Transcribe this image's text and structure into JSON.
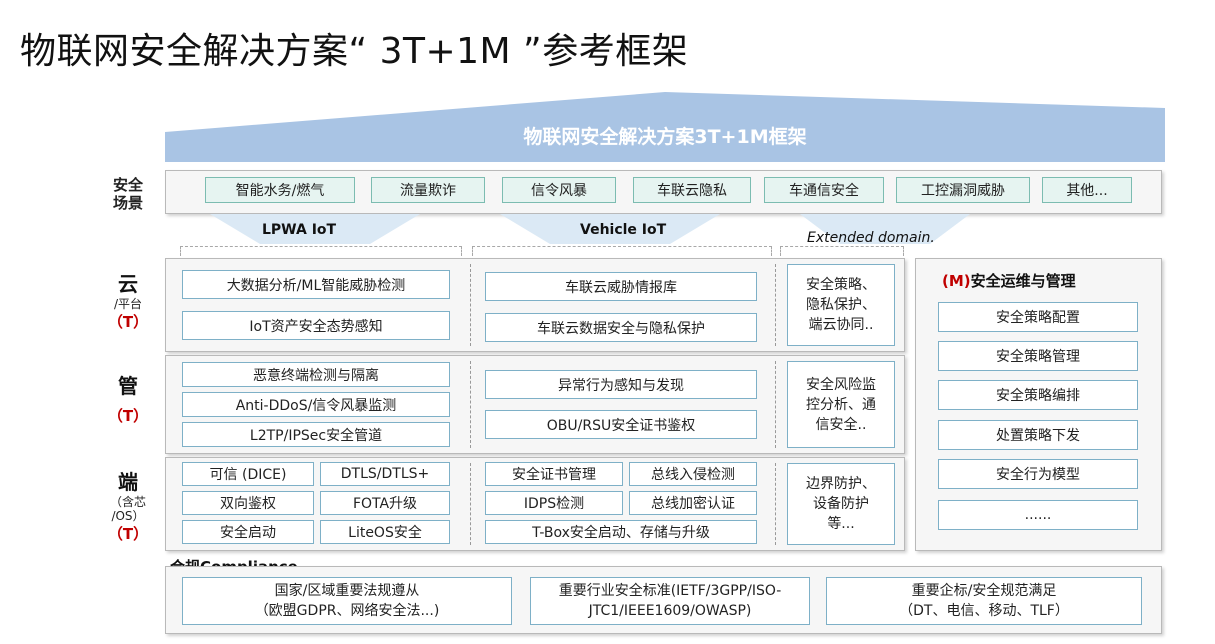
{
  "title": "物联网安全解决方案“ 3T+1M ”参考框架",
  "roof_title": "物联网安全解决方案3T+1M框架",
  "scenarios": {
    "label_line1": "安全",
    "label_line2": "场景",
    "items": [
      "智能水务/燃气",
      "流量欺诈",
      "信令风暴",
      "车联云隐私",
      "车通信安全",
      "工控漏洞威胁",
      "其他..."
    ]
  },
  "domains": {
    "lpwa": "LPWA IoT",
    "vehicle": "Vehicle IoT",
    "extended": "Extended domain."
  },
  "layers": {
    "cloud": {
      "label": "云",
      "sub": "/平台",
      "t": "（T）",
      "lpwa": [
        "大数据分析/ML智能威胁检测",
        "IoT资产安全态势感知"
      ],
      "vehicle": [
        "车联云威胁情报库",
        "车联云数据安全与隐私保护"
      ],
      "extended": [
        "安全策略、",
        "隐私保护、",
        "端云协同.."
      ]
    },
    "pipe": {
      "label": "管",
      "t": "（T）",
      "lpwa": [
        "恶意终端检测与隔离",
        "Anti-DDoS/信令风暴监测",
        "L2TP/IPSec安全管道"
      ],
      "vehicle": [
        "异常行为感知与发现",
        "OBU/RSU安全证书鉴权"
      ],
      "extended": [
        "安全风险监",
        "控分析、通",
        "信安全.."
      ]
    },
    "device": {
      "label": "端",
      "sub_line1": "（含芯",
      "sub_line2": "/OS）",
      "t": "（T）",
      "lpwa": [
        "可信 (DICE)",
        "DTLS/DTLS+",
        "双向鉴权",
        "FOTA升级",
        "安全启动",
        "LiteOS安全"
      ],
      "vehicle": [
        "安全证书管理",
        "总线入侵检测",
        "IDPS检测",
        "总线加密认证",
        "T-Box安全启动、存储与升级"
      ],
      "extended": [
        "边界防护、",
        "设备防护",
        "等..."
      ]
    }
  },
  "management": {
    "prefix": "(M)",
    "title": "安全运维与管理",
    "items": [
      "安全策略配置",
      "安全策略管理",
      "安全策略编排",
      "处置策略下发",
      "安全行为模型",
      "......"
    ]
  },
  "compliance": {
    "title": "合规Compliance",
    "items": [
      {
        "line1": "国家/区域重要法规遵从",
        "line2": "（欧盟GDPR、网络安全法...)"
      },
      {
        "line1": "重要行业安全标准(IETF/3GPP/ISO-",
        "line2": "JTC1/IEEE1609/OWASP)"
      },
      {
        "line1": "重要企标/安全规范满足",
        "line2": "（DT、电信、移动、TLF）"
      }
    ]
  },
  "colors": {
    "roof": "#a9c4e4",
    "accent_red": "#c00000",
    "chip_fill": "#e6f4f1",
    "box_border": "#7eb0c7"
  }
}
